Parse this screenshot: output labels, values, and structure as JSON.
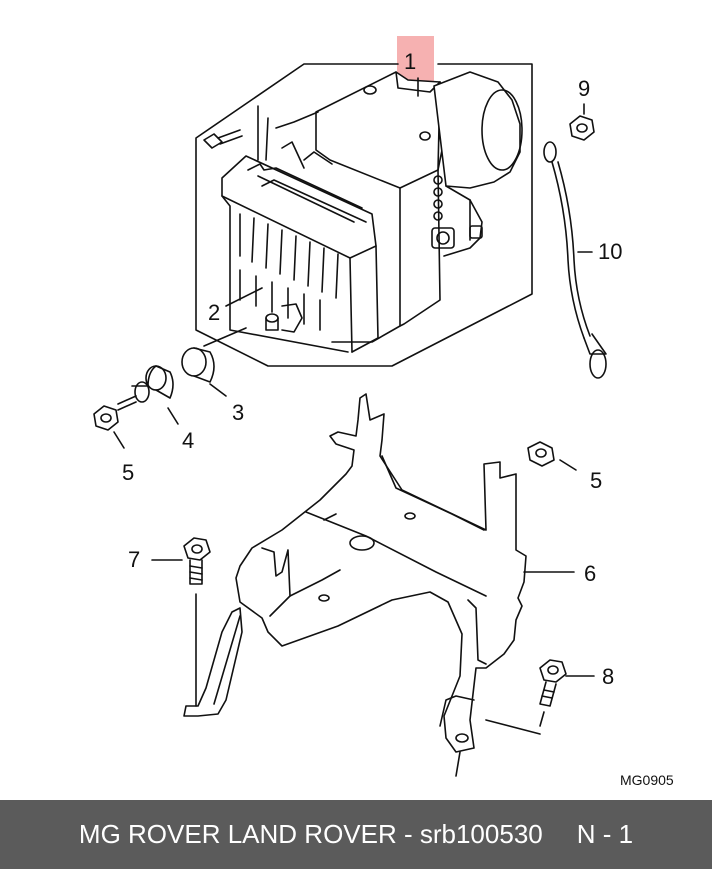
{
  "diagram": {
    "code": "MG0905",
    "highlight_color": "#f5a3a3",
    "callouts": [
      {
        "id": "1",
        "label": "1"
      },
      {
        "id": "2",
        "label": "2"
      },
      {
        "id": "3",
        "label": "3"
      },
      {
        "id": "4",
        "label": "4"
      },
      {
        "id": "5a",
        "label": "5"
      },
      {
        "id": "5b",
        "label": "5"
      },
      {
        "id": "6",
        "label": "6"
      },
      {
        "id": "7",
        "label": "7"
      },
      {
        "id": "8",
        "label": "8"
      },
      {
        "id": "9",
        "label": "9"
      },
      {
        "id": "10",
        "label": "10"
      }
    ]
  },
  "footer": {
    "brand_text": "MG ROVER LAND ROVER - srb100530",
    "page_text": "N - 1",
    "background": "#5b5b5b"
  }
}
